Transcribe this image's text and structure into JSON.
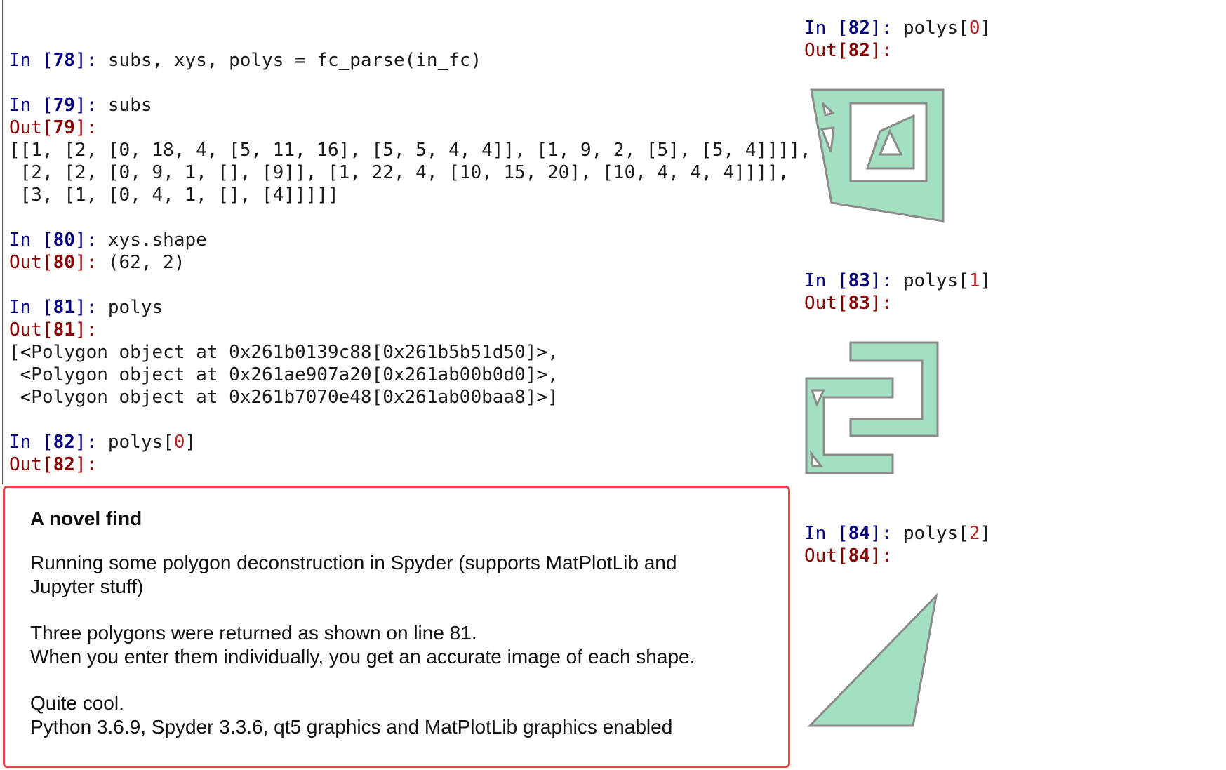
{
  "console_left": {
    "cell78": {
      "in_prefix": "In [",
      "num": "78",
      "in_suffix": "]: ",
      "code": "subs, xys, polys = fc_parse(in_fc)"
    },
    "cell79": {
      "in_prefix": "In [",
      "num": "79",
      "in_suffix": "]: ",
      "code": "subs",
      "out_prefix": "Out[",
      "out_suffix": "]:",
      "output": [
        "[[1, [2, [0, 18, 4, [5, 11, 16], [5, 5, 4, 4]], [1, 9, 2, [5], [5, 4]]]],",
        " [2, [2, [0, 9, 1, [], [9]], [1, 22, 4, [10, 15, 20], [10, 4, 4, 4]]]],",
        " [3, [1, [0, 4, 1, [], [4]]]]]"
      ]
    },
    "cell80": {
      "in_prefix": "In [",
      "num": "80",
      "in_suffix": "]: ",
      "code": "xys.shape",
      "out_prefix": "Out[",
      "out_suffix": "]: ",
      "output": "(62, 2)"
    },
    "cell81": {
      "in_prefix": "In [",
      "num": "81",
      "in_suffix": "]: ",
      "code": "polys",
      "out_prefix": "Out[",
      "out_suffix": "]:",
      "output": [
        "[<Polygon object at 0x261b0139c88[0x261b5b51d50]>,",
        " <Polygon object at 0x261ae907a20[0x261ab00b0d0]>,",
        " <Polygon object at 0x261b7070e48[0x261ab00baa8]>]"
      ]
    },
    "cell82": {
      "in_prefix": "In [",
      "num": "82",
      "in_suffix": "]: ",
      "code_a": "polys[",
      "code_idx": "0",
      "code_b": "]",
      "out_prefix": "Out[",
      "out_suffix": "]:"
    }
  },
  "console_right": [
    {
      "in_prefix": "In [",
      "num": "82",
      "in_suffix": "]: ",
      "code_a": "polys[",
      "code_idx": "0",
      "code_b": "]",
      "out_prefix": "Out[",
      "out_suffix": "]:"
    },
    {
      "in_prefix": "In [",
      "num": "83",
      "in_suffix": "]: ",
      "code_a": "polys[",
      "code_idx": "1",
      "code_b": "]",
      "out_prefix": "Out[",
      "out_suffix": "]:"
    },
    {
      "in_prefix": "In [",
      "num": "84",
      "in_suffix": "]: ",
      "code_a": "polys[",
      "code_idx": "2",
      "code_b": "]",
      "out_prefix": "Out[",
      "out_suffix": "]:"
    }
  ],
  "colors": {
    "in_prompt": "#000080",
    "out_prompt": "#8b0000",
    "index": "#b22222",
    "polygon_fill": "#a3e0c2",
    "polygon_edge": "#8a8a8a",
    "note_border": "#e0484c"
  },
  "note": {
    "title": "A novel find",
    "p1_line1": "Running some polygon deconstruction in Spyder (supports MatPlotLib and",
    "p1_line2": "Jupyter stuff)",
    "p2_line1": "Three polygons were returned as shown on line 81.",
    "p2_line2": "When you enter them individually, you get an accurate image of each shape.",
    "p3_line1": "Quite cool.",
    "p3_line2": "Python 3.6.9, Spyder 3.3.6, qt5 graphics and MatPlotLib graphics enabled"
  }
}
